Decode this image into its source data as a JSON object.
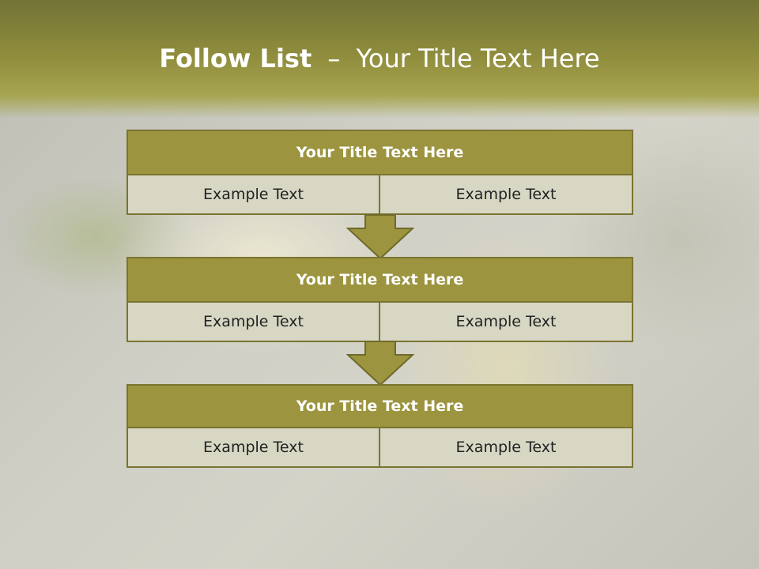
{
  "slide": {
    "title_bold": "Follow List",
    "title_sep": "–",
    "title_rest": "Your Title Text Here"
  },
  "blocks": [
    {
      "title": "Your Title Text Here",
      "cells": [
        "Example Text",
        "Example Text"
      ]
    },
    {
      "title": "Your Title Text Here",
      "cells": [
        "Example Text",
        "Example Text"
      ]
    },
    {
      "title": "Your Title Text Here",
      "cells": [
        "Example Text",
        "Example Text"
      ]
    }
  ],
  "colors": {
    "header": "#8e8c3c",
    "block_title_fill": "#9c943f",
    "cell_fill": "#d8d7c4",
    "border": "#7a7430",
    "arrow_fill": "#9c943f"
  }
}
